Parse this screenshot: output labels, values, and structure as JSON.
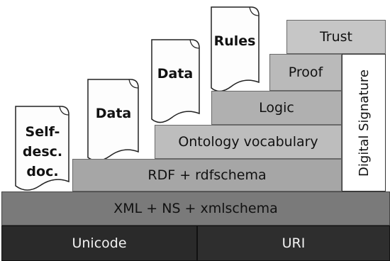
{
  "layers": {
    "unicode": "Unicode",
    "uri": "URI",
    "xml": "XML + NS + xmlschema",
    "rdf": "RDF + rdfschema",
    "ontology": "Ontology vocabulary",
    "logic": "Logic",
    "proof": "Proof",
    "trust": "Trust",
    "digital_signature": "Digital Signature"
  },
  "documents": [
    {
      "label_lines": [
        "Self-",
        "desc.",
        "doc."
      ]
    },
    {
      "label_lines": [
        "Data"
      ]
    },
    {
      "label_lines": [
        "Data"
      ]
    },
    {
      "label_lines": [
        "Rules"
      ]
    }
  ]
}
